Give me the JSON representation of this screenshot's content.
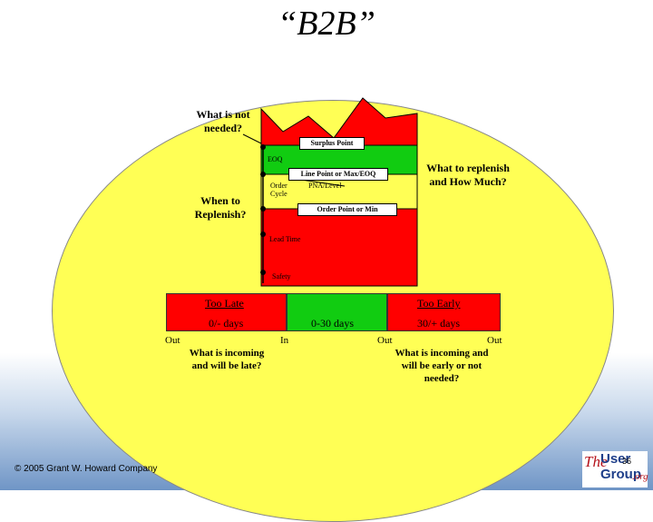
{
  "title": "“B2B”",
  "questions": {
    "not_needed": "What is not needed?",
    "when": "When to Replenish?",
    "what_much": "What to replenish and How Much?"
  },
  "zones": {
    "surplus_point": "Surplus Point",
    "eoq": "EOQ",
    "line_point": "Line Point or Max/EOQ",
    "order_cycle": "Order Cycle",
    "pna_level": "PNA/Level",
    "order_point": "Order Point or Min",
    "lead_time": "Lead Time",
    "safety": "Safety"
  },
  "timing_bar": {
    "too_late": "Too Late",
    "too_early": "Too Early",
    "late_days": "0/- days",
    "ontime_days": "0-30 days",
    "early_days": "30/+ days",
    "out_left": "Out",
    "in": "In",
    "out_mid": "Out",
    "out_right": "Out"
  },
  "bottom_questions": {
    "incoming_late": "What is incoming and will be late?",
    "incoming_early": "What is incoming and will be early or not needed?"
  },
  "footer": {
    "copyright": "© 2005 Grant W. Howard Company",
    "page_number": "36"
  },
  "logo": {
    "the": "The",
    "user": "User",
    "group": "Group",
    "org": ".org"
  },
  "colors": {
    "red": "#ff0000",
    "green": "#11cc11",
    "yellow": "#ffff55",
    "white": "#ffffff"
  }
}
